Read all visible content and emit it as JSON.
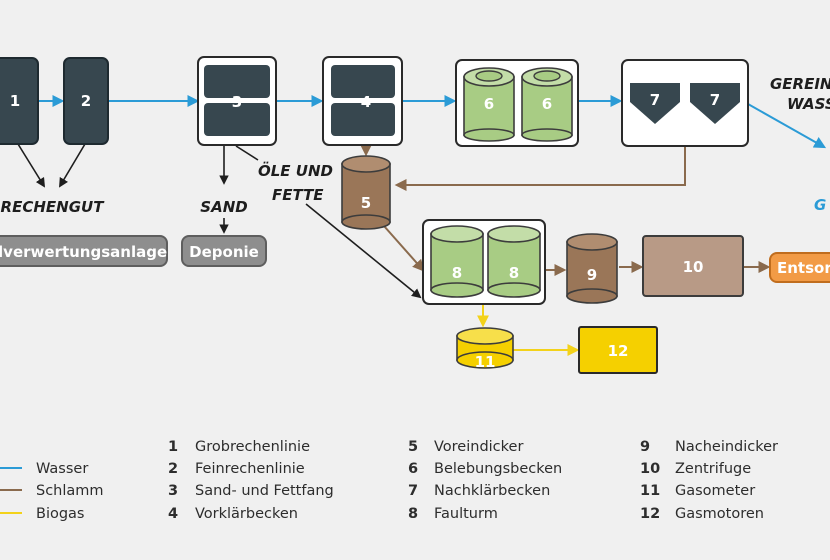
{
  "colors": {
    "water": "#2b9bd6",
    "sludge": "#8a6a4d",
    "biogas": "#f3d21a",
    "dark_unit": "#37474f",
    "sludge_unit": "#9a7658",
    "sludge_box": "#b89a86",
    "green_unit": "#a8cc84",
    "yellow_unit": "#f5d000",
    "orange_unit": "#f29b46",
    "gray_button": "#8e8e8e"
  },
  "units": {
    "u1": "1",
    "u2": "2",
    "u3": "3",
    "u4": "4",
    "u5": "5",
    "u6a": "6",
    "u6b": "6",
    "u7a": "7",
    "u7b": "7",
    "u8a": "8",
    "u8b": "8",
    "u9": "9",
    "u10": "10",
    "u11": "11",
    "u12": "12"
  },
  "captions": {
    "rechengut": "RECHENGUT",
    "sand": "SAND",
    "oele_line1": "ÖLE UND",
    "oele_line2": "FETTE",
    "gereinigt_line1": "GEREINIG",
    "gereinigt_line2": "WASSE",
    "g_fragment": "G"
  },
  "outputs": {
    "muell": "llverwertungsanlage",
    "deponie": "Deponie",
    "entsorg": "Entsorg"
  },
  "legend": {
    "lines": [
      {
        "label": "Wasser",
        "color": "#2b9bd6"
      },
      {
        "label": "Schlamm",
        "color": "#8a6a4d"
      },
      {
        "label": "Biogas",
        "color": "#f3d21a"
      }
    ],
    "columns": [
      [
        {
          "num": "1",
          "label": "Grobrechenlinie"
        },
        {
          "num": "2",
          "label": "Feinrechenlinie"
        },
        {
          "num": "3",
          "label": "Sand- und Fettfang"
        },
        {
          "num": "4",
          "label": "Vorklärbecken"
        }
      ],
      [
        {
          "num": "5",
          "label": "Voreindicker"
        },
        {
          "num": "6",
          "label": "Belebungsbecken"
        },
        {
          "num": "7",
          "label": "Nachklärbecken"
        },
        {
          "num": "8",
          "label": "Faulturm"
        }
      ],
      [
        {
          "num": "9",
          "label": "Nacheindicker"
        },
        {
          "num": "10",
          "label": "Zentrifuge"
        },
        {
          "num": "11",
          "label": "Gasometer"
        },
        {
          "num": "12",
          "label": "Gasmotoren"
        }
      ]
    ]
  }
}
